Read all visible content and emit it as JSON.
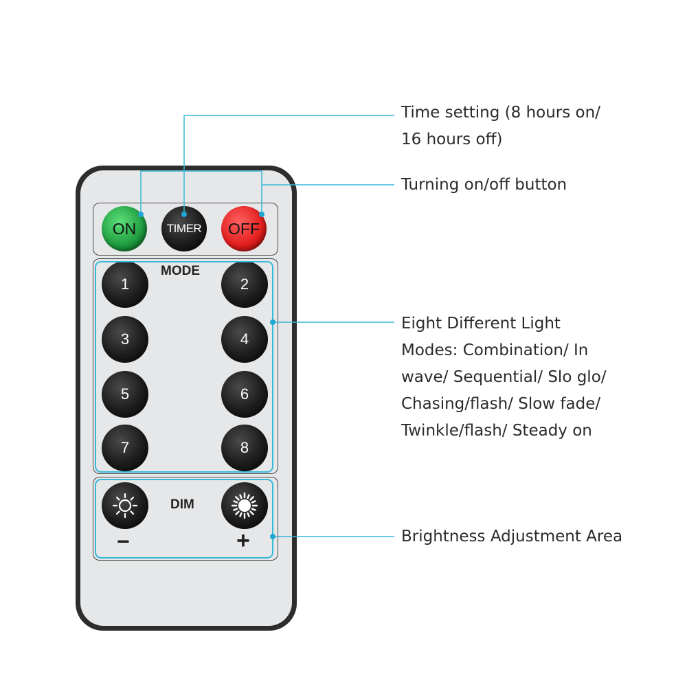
{
  "remote": {
    "top_buttons": [
      {
        "label": "ON",
        "color": "#1d9a3e"
      },
      {
        "label": "TIMER",
        "color": "#1c1c1c"
      },
      {
        "label": "OFF",
        "color": "#e11c1c"
      }
    ],
    "mode_label": "MODE",
    "mode_buttons": [
      "1",
      "2",
      "3",
      "4",
      "5",
      "6",
      "7",
      "8"
    ],
    "dim_label": "DIM",
    "dim_minus": "−",
    "dim_plus": "+",
    "dim_icons": [
      "sun-outline-icon",
      "sun-filled-icon"
    ]
  },
  "annotations": {
    "timer": [
      "Time setting (8 hours on/",
      "16 hours off)"
    ],
    "power": [
      "Turning on/off button"
    ],
    "modes": [
      "Eight Different Light",
      "Modes: Combination/ In",
      "wave/ Sequential/ Slo glo/",
      "Chasing/flash/ Slow fade/",
      "Twinkle/flash/ Steady on"
    ],
    "brightness": [
      "Brightness Adjustment Area"
    ]
  },
  "colors": {
    "leader_line": "#36b8d8",
    "remote_body": "#2d2d2d",
    "remote_face": "#e6e7e9"
  }
}
